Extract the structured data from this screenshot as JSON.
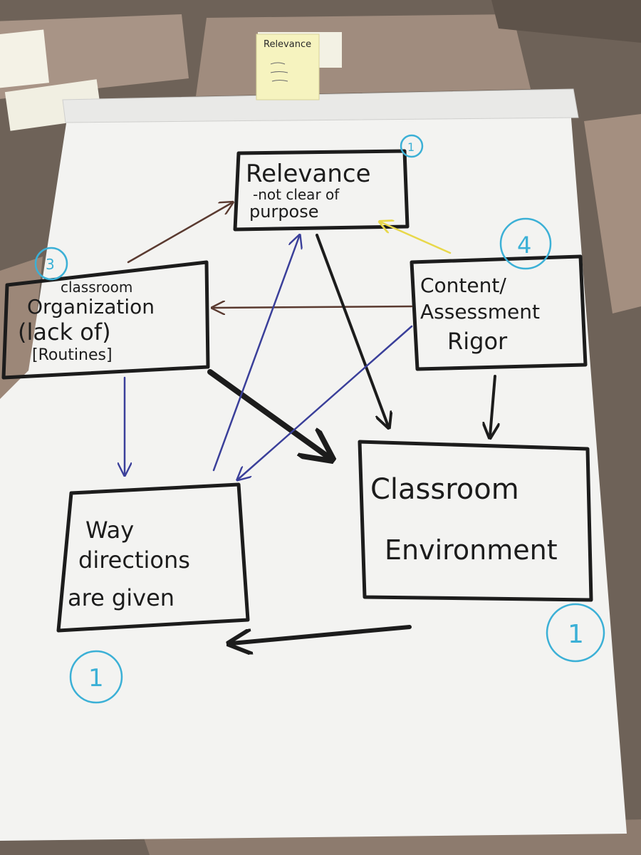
{
  "sticky_note": {
    "title": "Relevance"
  },
  "nodes": {
    "relevance": {
      "lines": [
        "Relevance",
        "-not clear of",
        "purpose"
      ]
    },
    "organization": {
      "lines": [
        "classroom",
        "Organization",
        "(lack of)",
        "[Routines]"
      ]
    },
    "content": {
      "lines": [
        "Content/",
        "Assessment",
        "Rigor"
      ]
    },
    "environment": {
      "lines": [
        "Classroom",
        "Environment"
      ]
    },
    "directions": {
      "lines": [
        "Way",
        "directions",
        "are given"
      ]
    }
  },
  "badges": {
    "relevance": "1",
    "organization": "3",
    "content": "4",
    "environment": "1",
    "directions": "1"
  },
  "colors": {
    "marker_black": "#1c1c1c",
    "marker_blue": "#3a3f9a",
    "marker_brown": "#5a3a30",
    "marker_yellow": "#e8d84a",
    "marker_cyan": "#3bb0d6",
    "paper": "#f3f3f1"
  }
}
